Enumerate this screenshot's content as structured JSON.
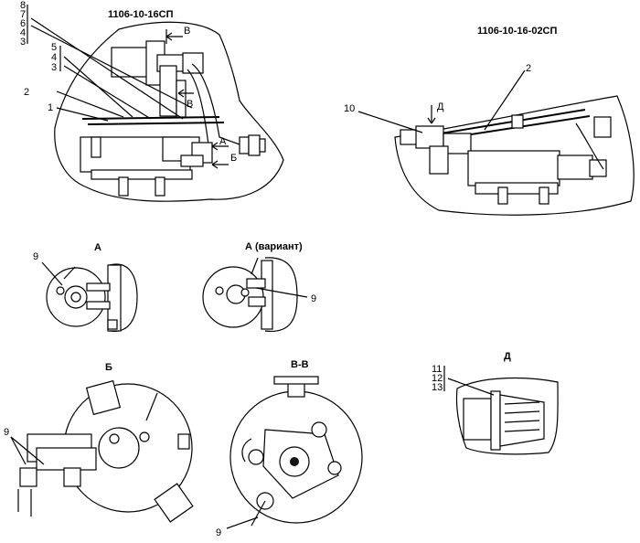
{
  "views": {
    "main": {
      "code": "1106-10-16СП"
    },
    "variant": {
      "code": "1106-10-16-02СП"
    },
    "a": {
      "title": "А"
    },
    "a_variant": {
      "title": "А (вариант)"
    },
    "b": {
      "title": "Б"
    },
    "vv": {
      "title": "В-В"
    },
    "d": {
      "title": "Д"
    }
  },
  "arrows": {
    "v_top": "В",
    "v_mid": "В",
    "a": "А",
    "b": "Б",
    "d": "Д"
  },
  "callouts": {
    "c8": "8",
    "c7": "7",
    "c6": "6",
    "c4a": "4",
    "c3a": "3",
    "c5": "5",
    "c4b": "4",
    "c3b": "3",
    "c2a": "2",
    "c1": "1",
    "c10": "10",
    "c2b": "2",
    "c9a": "9",
    "c9b": "9",
    "c9c": "9",
    "c9d": "9",
    "c11": "11",
    "c12": "12",
    "c13": "13"
  }
}
